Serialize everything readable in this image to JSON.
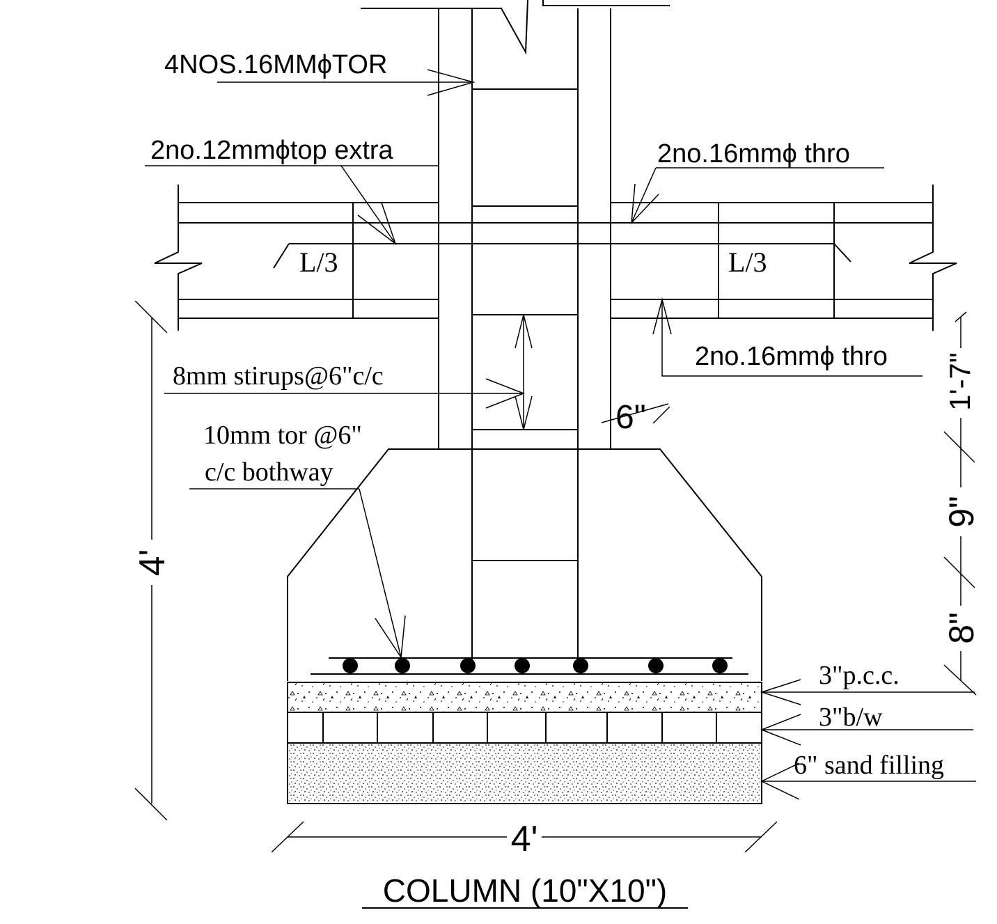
{
  "labels": {
    "column_main_bars": "4NOS.16MMϕTOR",
    "top_extra_bars": "2no.12mmϕtop extra",
    "top_through_bars": "2no.16mmϕ thro",
    "bottom_through_bars": "2no.16mmϕ thro",
    "left_span": "L/3",
    "right_span": "L/3",
    "stirrups": "8mm stirups@6\"c/c",
    "footing_mesh_line1": "10mm tor @6\"",
    "footing_mesh_line2": "c/c bothway",
    "pcc_layer": "3\"p.c.c.",
    "brickwork_layer": "3\"b/w",
    "sand_layer": "6\" sand filling"
  },
  "dimensions": {
    "total_depth": "4'",
    "footing_width": "4'",
    "plinth_beam_depth": "1'-7\"",
    "pedestal_height": "9\"",
    "footing_base_height": "8\"",
    "cover_offset": "6\""
  },
  "title": "COLUMN (10\"X10\")"
}
